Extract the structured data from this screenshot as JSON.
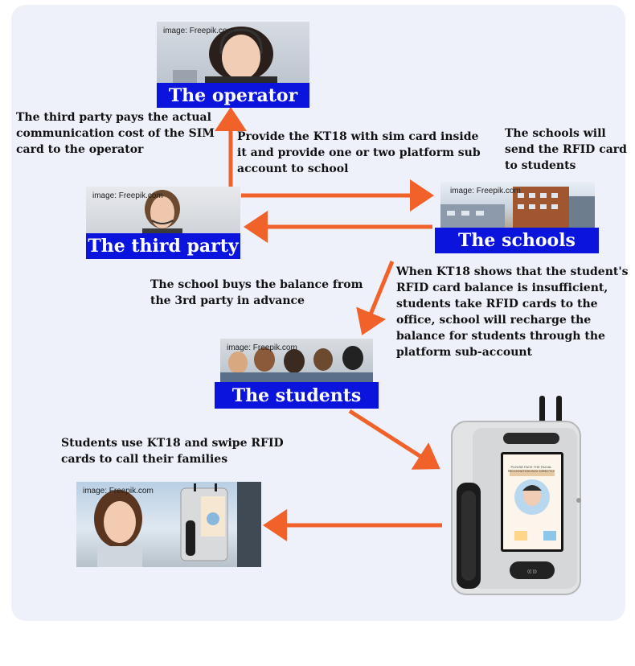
{
  "image_credit": "image: Freepik.com",
  "nodes": {
    "operator": "The operator",
    "third_party": "The third party",
    "schools": "The schools",
    "students": "The students"
  },
  "notes": {
    "third_party_pays": "The third party pays the actual communication cost of the SIM card to the operator",
    "provide_sim": "Provide the KT18 with sim card inside it and provide one or two platform sub account to school",
    "schools_send": "The schools will send the RFID card to students",
    "school_buys": "The school buys the balance from the 3rd party in advance",
    "recharge": "When KT18 shows that the student's RFID card balance is insufficient, students take RFID cards to the office, school will recharge the balance for students through the platform sub-account",
    "students_use": "Students use KT18 and swipe RFID cards to call their families"
  },
  "device": {
    "screen_text": "PLEASE FACE THE FACIAL RECOGNITION BOX DIRECTLY"
  },
  "colors": {
    "arrow": "#f0622a",
    "label_bg": "#0a14dc",
    "panel": "#eef0fa"
  }
}
